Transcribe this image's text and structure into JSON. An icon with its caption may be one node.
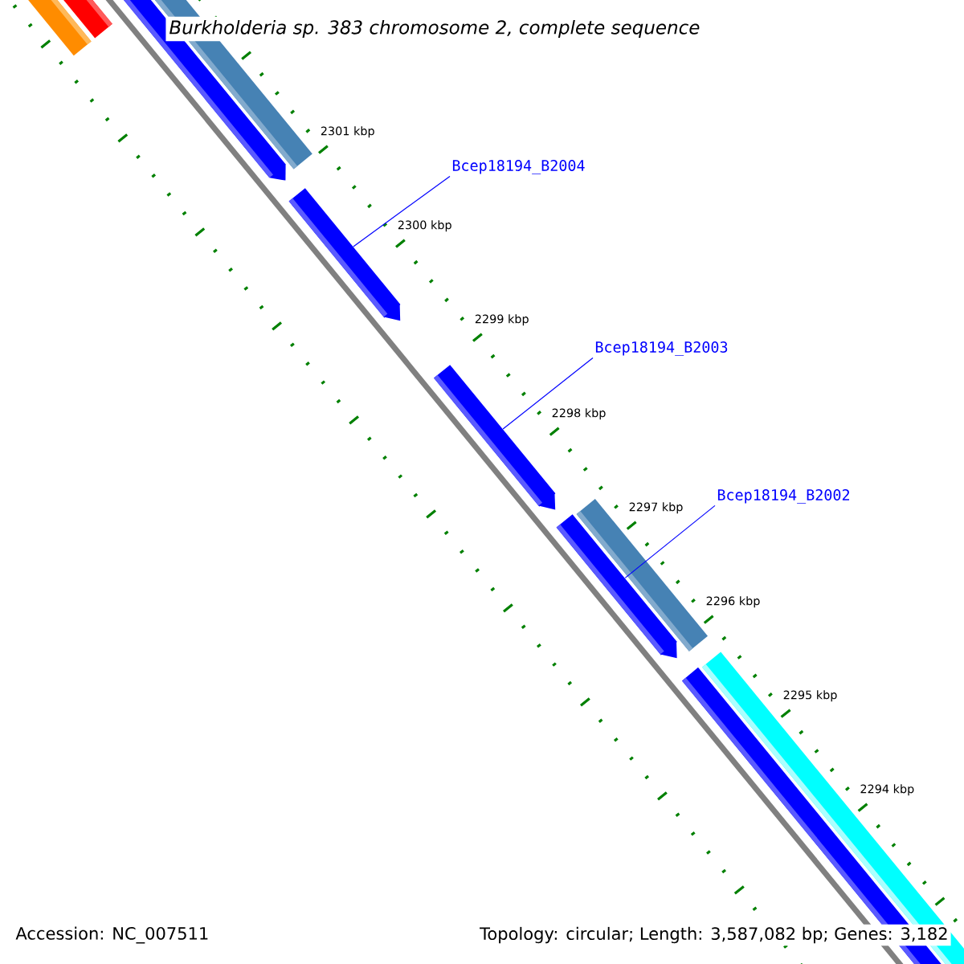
{
  "diagram": {
    "title": "Burkholderia sp. 383 chromosome 2, complete sequence",
    "nodes": [
      {
        "text": [
          "Bcep18194_B2004"
        ]
      },
      {
        "text": [
          "Bcep18194_B2003"
        ]
      },
      {
        "text": [
          "Bcep18194_B2002"
        ]
      },
      {
        "text": [],
        "shape": "arrow"
      },
      {
        "text": [],
        "shape": "arrow"
      },
      {
        "text": [],
        "shape": "arrow"
      }
    ],
    "edges": [
      {
        "from": 0,
        "to": 3,
        "arrow": "none"
      },
      {
        "from": 1,
        "to": 4,
        "arrow": "none"
      },
      {
        "from": 2,
        "to": 5,
        "arrow": "none"
      }
    ],
    "labels": [
      "2301 kbp",
      "2300 kbp",
      "2299 kbp",
      "2298 kbp",
      "2297 kbp",
      "2296 kbp",
      "2295 kbp",
      "2294 kbp",
      "Accession: NC_007511",
      "Topology: circular; Length: 3,587,082 bp; Genes: 3,182"
    ]
  }
}
